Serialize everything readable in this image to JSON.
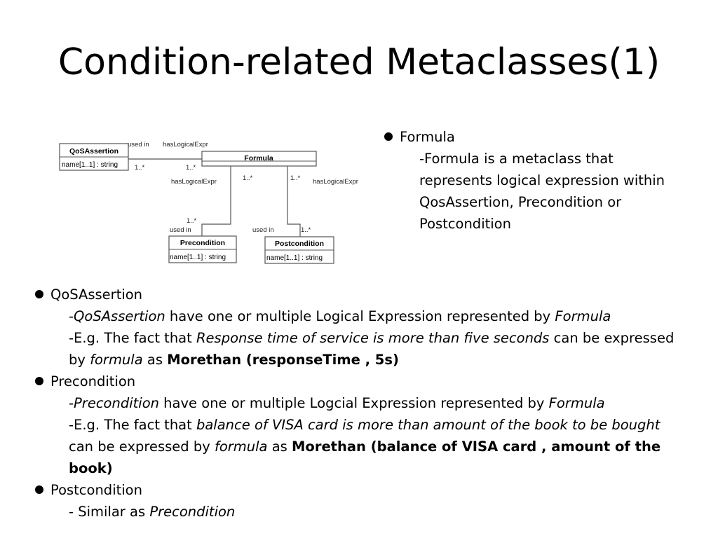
{
  "title": "Condition-related Metaclasses(1)",
  "diagram": {
    "classes": {
      "qos": {
        "name": "QoSAssertion",
        "attr": "name[1..1] : string"
      },
      "formula": {
        "name": "Formula"
      },
      "pre": {
        "name": "Precondition",
        "attr": "name[1..1] : string"
      },
      "post": {
        "name": "Postcondition",
        "attr": "name[1..1] : string"
      }
    },
    "labels": {
      "qos_used_in": "used in",
      "qos_has_logical": "hasLogicalExpr",
      "qos_mult_left": "1..*",
      "qos_mult_right": "1..*",
      "pre_has_logical": "hasLogicalExpr",
      "pre_mult_top": "1..*",
      "pre_mult_bottom": "1..*",
      "pre_used_in": "used in",
      "post_has_logical": "hasLogicalExpr",
      "post_mult_top": "1..*",
      "post_mult_bottom": "1..*",
      "post_used_in": "used in"
    }
  },
  "formula_section": {
    "heading": "Formula",
    "lines": [
      "-Formula is a metaclass that",
      "represents logical expression within",
      "QosAssertion, Precondition or",
      "Postcondition"
    ]
  },
  "qos_section": {
    "heading": "QoSAssertion",
    "line1": {
      "dash": "-",
      "subject": "QoSAssertion",
      "mid": " have one or multiple Logical Expression represented by ",
      "object": "Formula"
    },
    "line2": {
      "prefix": "-E.g. The fact that ",
      "fact": "Response time of service is more than five seconds",
      "suffix": " can be expressed"
    },
    "line3": {
      "prefix": "by ",
      "formula_word": "formula",
      "as_word": " as ",
      "expr": "Morethan (responseTime , 5s)"
    }
  },
  "pre_section": {
    "heading": "Precondition",
    "line1": {
      "dash": "-",
      "subject": "Precondition",
      "mid": " have one or multiple Logcial Expression represented by ",
      "object": "Formula"
    },
    "line2": {
      "prefix": "-E.g. The fact that ",
      "fact": "balance of VISA card is more than amount of the book to be bought"
    },
    "line3": {
      "prefix": "can be expressed by ",
      "formula_word": "formula",
      "as_word": " as ",
      "expr": "Morethan (balance of VISA card , amount of the"
    },
    "line4": {
      "expr": "book)"
    }
  },
  "post_section": {
    "heading": "Postcondition",
    "line1": {
      "prefix": "- Similar as ",
      "object": "Precondition"
    }
  }
}
